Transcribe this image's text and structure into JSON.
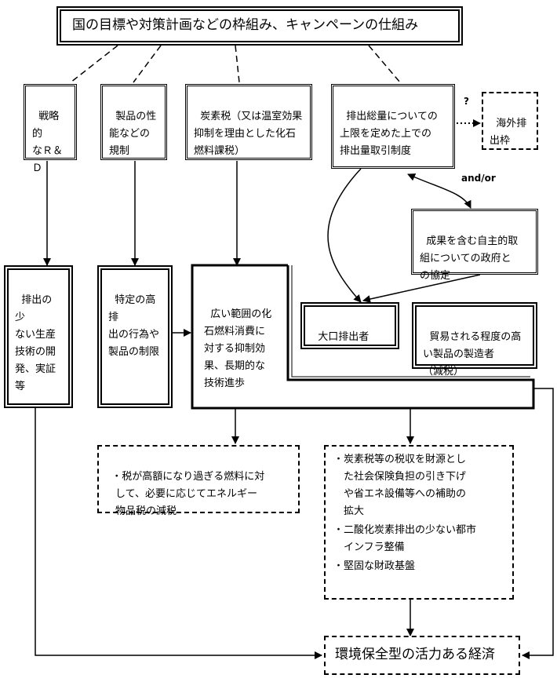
{
  "title": "国の目標や対策計画などの枠組み、キャンペーンの仕組み",
  "top_boxes": {
    "rnd": "戦略的\nなＲ＆\nＤ",
    "products": "製品の性\n能などの\n規制",
    "carbon_tax": "炭素税（又は温室効果\n抑制を理由とした化石\n燃料課税）",
    "trading": "排出総量についての\n上限を定めた上での\n排出量取引制度",
    "overseas": "海外排\n出枠"
  },
  "question_mark": "?",
  "and_or": "and/or",
  "agreement": "成果を含む自主的取\n組についての政府と\nの協定",
  "mid_boxes": {
    "low_emission_tech": "排出の少\nない生産\n技術の開\n発、実証等",
    "product_limit": "特定の高排\n出の行為や\n製品の制限",
    "broad_effect": "広い範囲の化\n石燃料消費に\n対する抑制効\n果、長期的な\n技術進歩",
    "large_emitters": "大口排出者",
    "traded_goods": "貿易される程度の高\nい製品の製造者\n（減税）"
  },
  "tax_reduction": "・税が高額になり過ぎる燃料に対\n　して、必要に応じてエネルギー\n　物品税の減税",
  "revenue_uses": [
    "・炭素税等の税収を財源とし\n　た社会保険負担の引き下げ\n　や省エネ設備等への補助の\n　拡大",
    "・二酸化炭素排出の少ない都市\n　インフラ整備",
    "・堅固な財政基盤"
  ],
  "economy": "環境保全型の活力ある経済"
}
